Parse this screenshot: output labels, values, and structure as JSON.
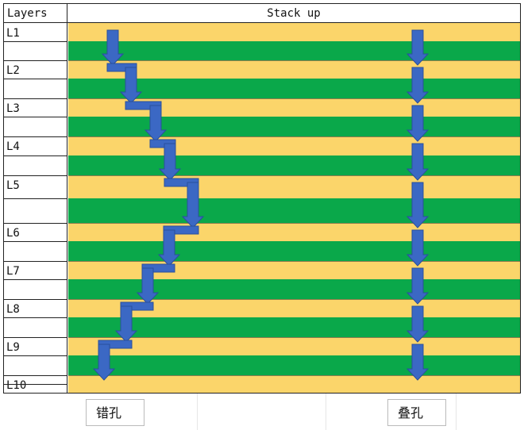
{
  "header": {
    "layers_label": "Layers",
    "stack_label": "Stack up"
  },
  "layers": [
    "L1",
    "L2",
    "L3",
    "L4",
    "L5",
    "L6",
    "L7",
    "L8",
    "L9",
    "L10"
  ],
  "colors": {
    "copper_layer": "#fbd56a",
    "dielectric_layer": "#0aa84a",
    "arrow_fill": "#3b68c4",
    "arrow_stroke": "#2a4f9c"
  },
  "via_types": {
    "staggered": {
      "label": "错孔",
      "icon": "stepped-arrow-icon"
    },
    "stacked": {
      "label": "叠孔",
      "icon": "straight-arrow-icon"
    }
  }
}
